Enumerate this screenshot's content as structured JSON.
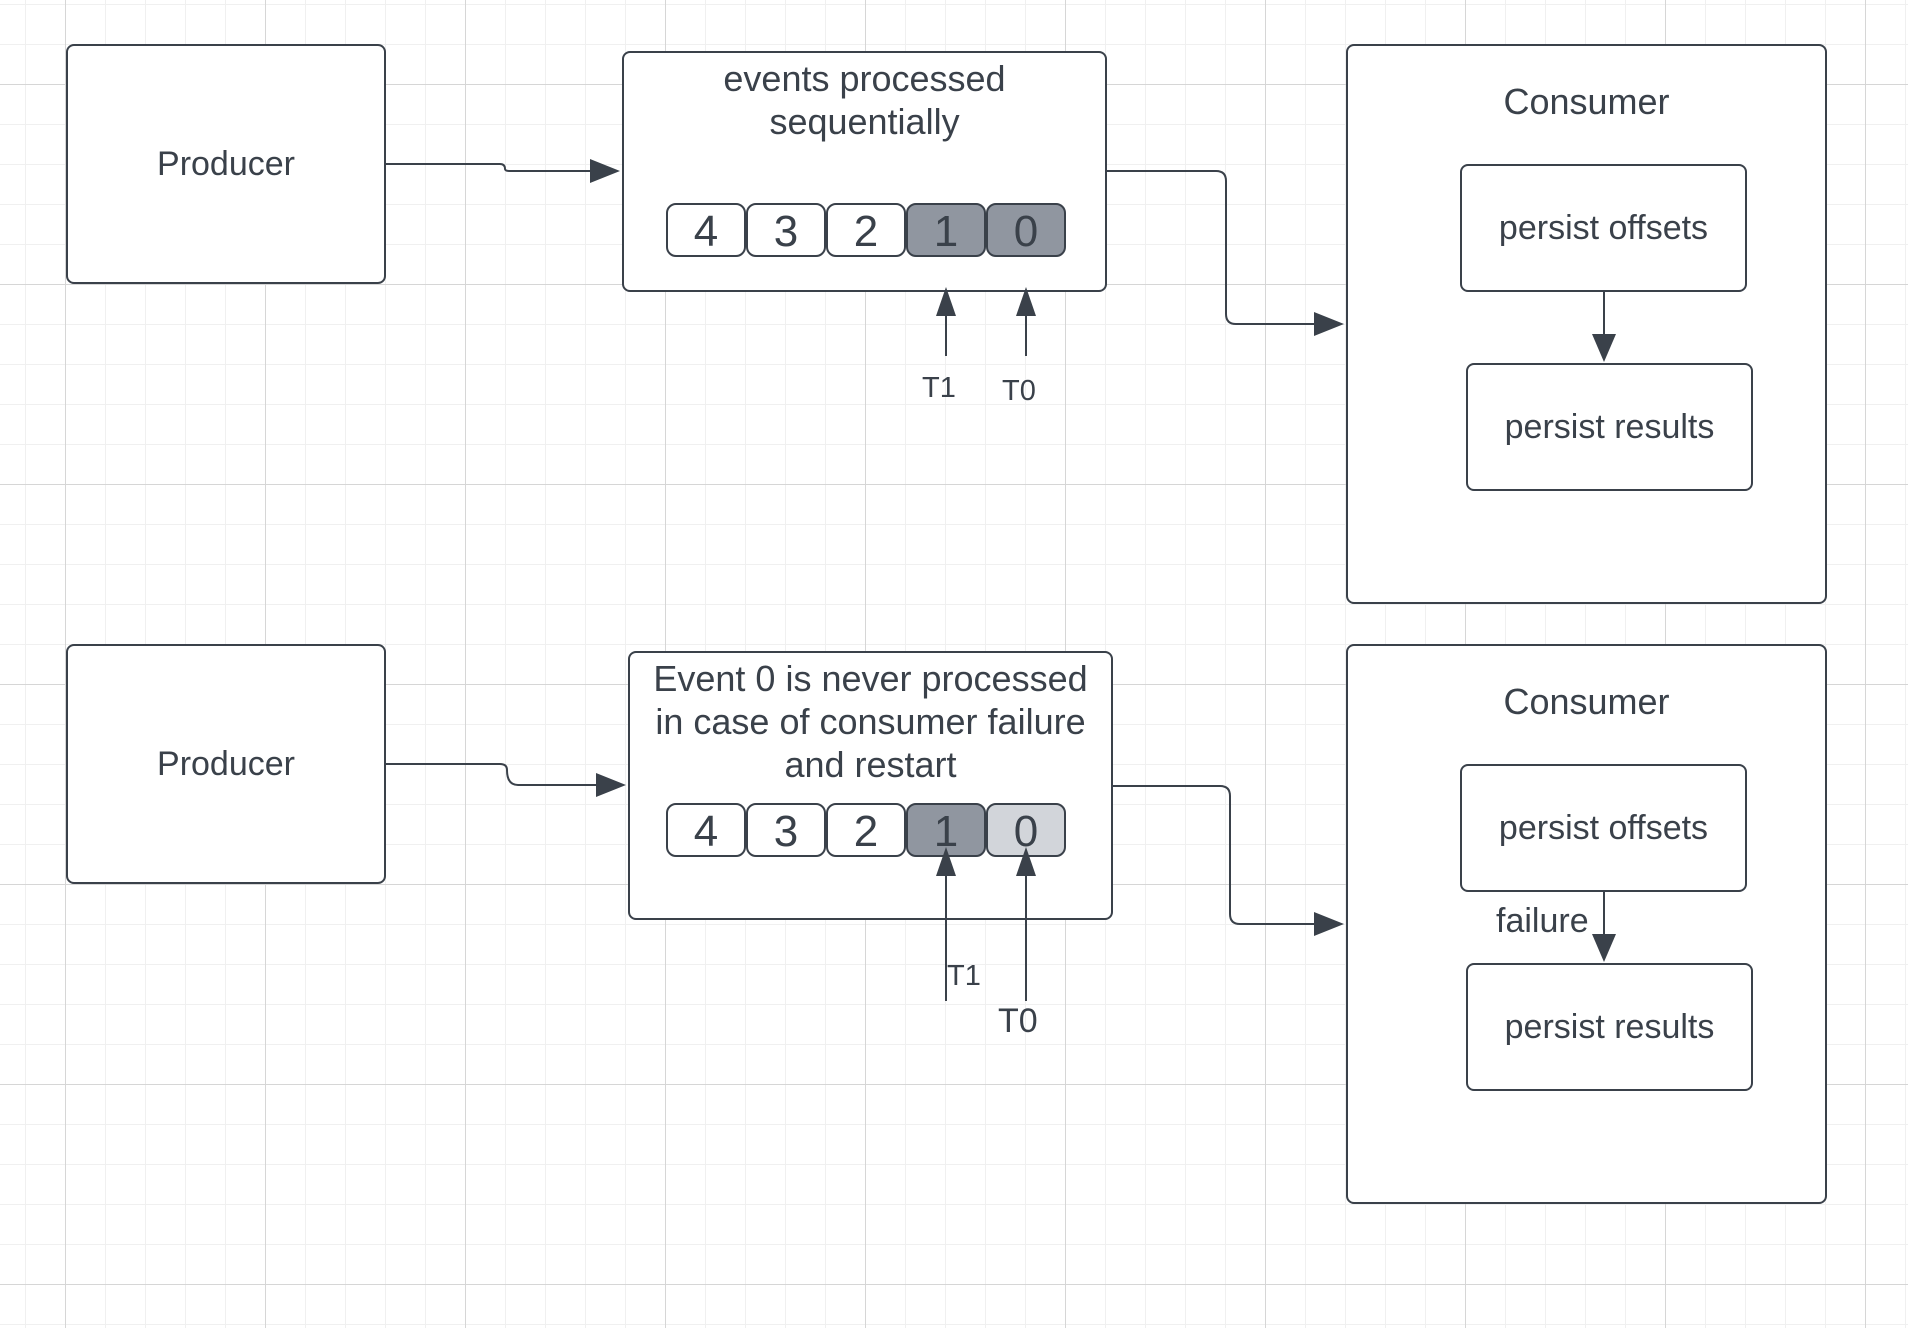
{
  "top": {
    "producer": "Producer",
    "queue_label": "events processed sequentially",
    "cells": [
      "4",
      "3",
      "2",
      "1",
      "0"
    ],
    "pointer_t1": "T1",
    "pointer_t0": "T0",
    "consumer_title": "Consumer",
    "step_offsets": "persist offsets",
    "step_results": "persist results"
  },
  "bottom": {
    "producer": "Producer",
    "queue_label": "Event 0 is never processed in case of consumer failure and restart",
    "cells": [
      "4",
      "3",
      "2",
      "1",
      "0"
    ],
    "pointer_t1": "T1",
    "pointer_t0": "T0",
    "consumer_title": "Consumer",
    "step_offsets": "persist offsets",
    "failure_label": "failure",
    "step_results": "persist results"
  },
  "colors": {
    "stroke": "#3a414a",
    "processed_cell": "#9096a0",
    "unprocessed_cell": "#d2d5da"
  }
}
